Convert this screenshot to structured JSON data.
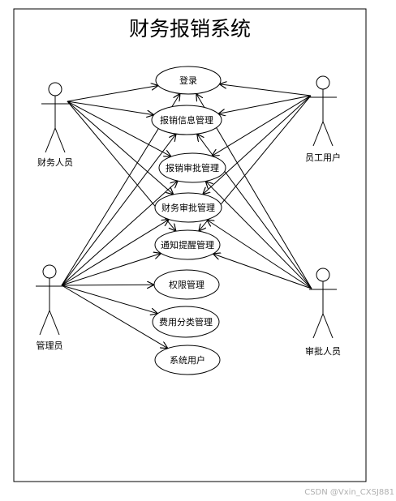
{
  "diagram": {
    "title": "财务报销系统",
    "use_cases": [
      {
        "id": "uc1",
        "label": "登录"
      },
      {
        "id": "uc2",
        "label": "报销信息管理"
      },
      {
        "id": "uc3",
        "label": "报销审批管理"
      },
      {
        "id": "uc4",
        "label": "财务审批管理"
      },
      {
        "id": "uc5",
        "label": "通知提醒管理"
      },
      {
        "id": "uc6",
        "label": "权限管理"
      },
      {
        "id": "uc7",
        "label": "费用分类管理"
      },
      {
        "id": "uc8",
        "label": "系统用户"
      }
    ],
    "actors": [
      {
        "id": "finance",
        "label": "财务人员"
      },
      {
        "id": "admin",
        "label": "管理员"
      },
      {
        "id": "employee",
        "label": "员工用户"
      },
      {
        "id": "approver",
        "label": "审批人员"
      }
    ],
    "associations": [
      {
        "actor": "finance",
        "use_case": "uc1"
      },
      {
        "actor": "finance",
        "use_case": "uc2"
      },
      {
        "actor": "finance",
        "use_case": "uc3"
      },
      {
        "actor": "finance",
        "use_case": "uc4"
      },
      {
        "actor": "finance",
        "use_case": "uc5"
      },
      {
        "actor": "admin",
        "use_case": "uc1"
      },
      {
        "actor": "admin",
        "use_case": "uc2"
      },
      {
        "actor": "admin",
        "use_case": "uc3"
      },
      {
        "actor": "admin",
        "use_case": "uc4"
      },
      {
        "actor": "admin",
        "use_case": "uc5"
      },
      {
        "actor": "admin",
        "use_case": "uc6"
      },
      {
        "actor": "admin",
        "use_case": "uc7"
      },
      {
        "actor": "admin",
        "use_case": "uc8"
      },
      {
        "actor": "employee",
        "use_case": "uc1"
      },
      {
        "actor": "employee",
        "use_case": "uc2"
      },
      {
        "actor": "employee",
        "use_case": "uc3"
      },
      {
        "actor": "employee",
        "use_case": "uc4"
      },
      {
        "actor": "employee",
        "use_case": "uc5"
      },
      {
        "actor": "approver",
        "use_case": "uc1"
      },
      {
        "actor": "approver",
        "use_case": "uc2"
      },
      {
        "actor": "approver",
        "use_case": "uc3"
      },
      {
        "actor": "approver",
        "use_case": "uc4"
      },
      {
        "actor": "approver",
        "use_case": "uc5"
      }
    ]
  },
  "watermark": "CSDN @Vxin_CXSJ881",
  "colors": {
    "line": "#000000",
    "background": "#ffffff"
  }
}
